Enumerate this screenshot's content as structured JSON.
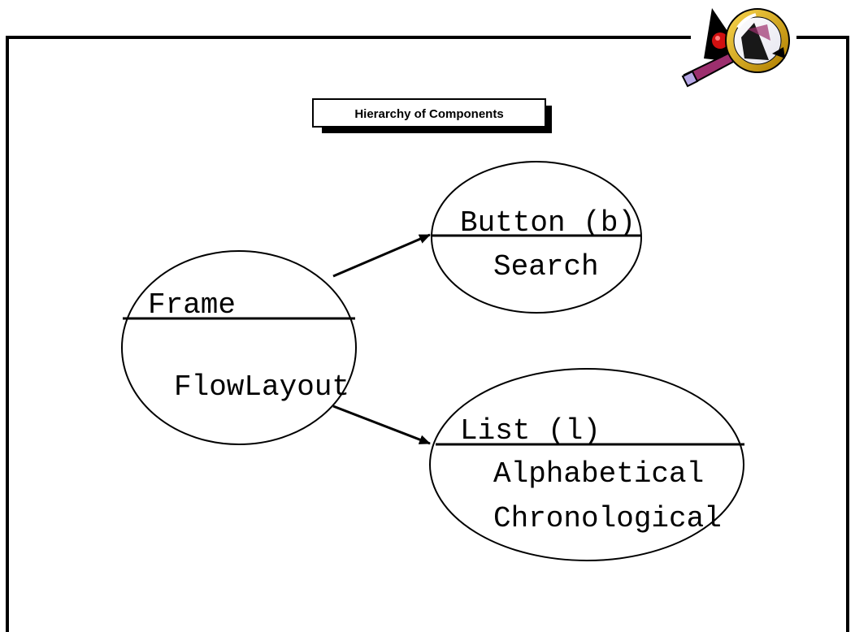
{
  "slide": {
    "title": "Hierarchy of Components",
    "logo": "Duke mascot with magnifying glass"
  },
  "nodes": {
    "frame": {
      "name": "Frame",
      "detail": "FlowLayout"
    },
    "button": {
      "name": "Button (b)",
      "detail": "Search"
    },
    "list": {
      "name": "List (l)",
      "detail_lines": [
        "Alphabetical",
        "Chronological"
      ]
    }
  },
  "edges": [
    {
      "from": "Frame",
      "to": "Button (b)"
    },
    {
      "from": "Frame",
      "to": "List (l)"
    }
  ],
  "colors": {
    "border": "#000000",
    "background": "#ffffff",
    "logo_ring": "#e0a800",
    "logo_magenta": "#9c2f6e",
    "logo_lavender": "#b7a8e6",
    "logo_red": "#d11010"
  }
}
